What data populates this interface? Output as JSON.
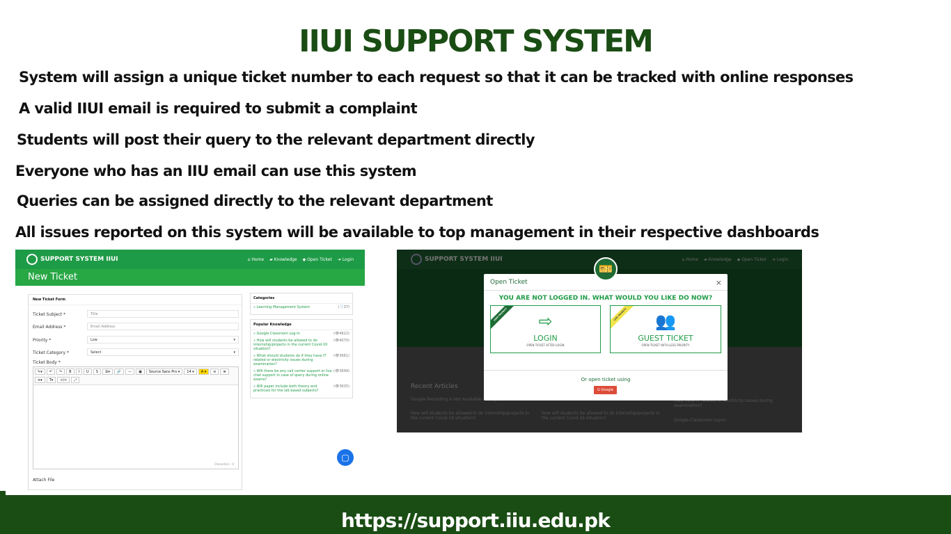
{
  "title": "IIUI SUPPORT SYSTEM",
  "bullets": [
    "System will assign a unique ticket number to each request so that it can be tracked with online responses",
    "A valid IIUI email is required to submit a complaint",
    "Students will post their query to the relevant department directly",
    "Everyone who has an IIU email can use this system",
    "Queries can be assigned directly to the relevant department",
    "All issues reported on this system will be available to top management in their respective dashboards"
  ],
  "left_screen": {
    "brand": "SUPPORT SYSTEM IIUI",
    "nav": [
      "Home",
      "Knowledge",
      "Open Ticket",
      "Login"
    ],
    "band_title": "New Ticket",
    "form_title": "New Ticket Form",
    "fields": [
      {
        "label": "Ticket Subject *",
        "placeholder": "Title"
      },
      {
        "label": "Email Address *",
        "placeholder": "Email Address"
      },
      {
        "label": "Priority *",
        "value": "Low"
      },
      {
        "label": "Ticket Category *",
        "value": "Select"
      }
    ],
    "body_label": "Ticket Body *",
    "toolbar": [
      "✎▾",
      "↶",
      "↷",
      "B",
      "I",
      "U",
      "S",
      "☰▾",
      "🔗",
      "—",
      "▣",
      "Source Sans Pro ▾",
      "14 ▾",
      "A ▾",
      "≡",
      "≣",
      "≡▾",
      "T▾",
      "</>",
      "⤢"
    ],
    "chars": "Characters : 0",
    "attach": "Attach File",
    "categories_title": "Categories",
    "categories": [
      {
        "name": "» Learning Management System",
        "count": "(📄37)"
      }
    ],
    "popular_title": "Popular Knowledge",
    "popular": [
      {
        "name": "» Google Classroom Log-in",
        "count": "(👁4622)"
      },
      {
        "name": "» How will students be allowed to do internship/projects in the current Covid-19 situation?",
        "count": "(👁4070)"
      },
      {
        "name": "» What should students do if they have IT related or electricity issues during examination?",
        "count": "(👁3661)"
      },
      {
        "name": "» Will there be any call center support or live chat support in case of query during online exams?",
        "count": "(👁3699)"
      },
      {
        "name": "» Will paper include both theory and practicals for the lab based subjects?",
        "count": "(👁3635)"
      }
    ]
  },
  "right_screen": {
    "brand": "SUPPORT SYSTEM IIUI",
    "nav": [
      "Home",
      "Knowledge",
      "Open Ticket",
      "Login"
    ],
    "recent": "Recent Articles",
    "ghost_items": [
      "Google Recording is Not Available on Login",
      "How will students be allowed to do internship/projects in the current Covid-19 situation?",
      "How will students be allowed to do internship/projects in the current Covid-19 situation?",
      "they have IT related or electricity issues during examination?",
      "Google Classroom Log-in"
    ],
    "modal": {
      "title": "Open Ticket",
      "close": "×",
      "question": "YOU ARE NOT LOGGED IN. WHAT WOULD YOU LIKE DO NOW?",
      "login_title": "LOGIN",
      "login_sub": "OPEN TICKET AFTER LOGIN",
      "login_ribbon": "HIGH PRIORITY",
      "guest_title": "GUEST TICKET",
      "guest_sub": "OPEN TICKET WITH LESS PRIORITY",
      "guest_ribbon": "LOW PRIORITY",
      "or_text": "Or open ticket using",
      "google_label": "G Google"
    }
  },
  "footer_url": "https://support.iiu.edu.pk",
  "colors": {
    "dark_green": "#1a4d14",
    "green": "#1e9b46",
    "google_red": "#dd4b39"
  }
}
